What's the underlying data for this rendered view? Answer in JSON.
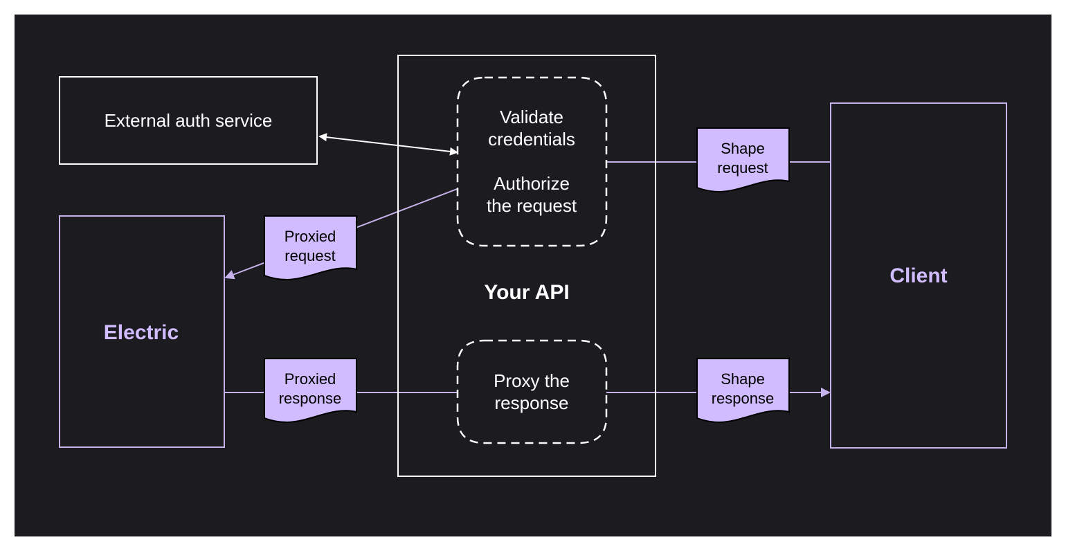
{
  "colors": {
    "background": "#1c1b20",
    "white": "#ffffff",
    "accent": "#d0bcff",
    "accent_line": "#c6b3ec",
    "note_text": "#000000"
  },
  "diagram": {
    "external_auth": {
      "label": "External auth service"
    },
    "electric": {
      "label": "Electric"
    },
    "client": {
      "label": "Client"
    },
    "api": {
      "label": "Your API"
    },
    "validate_step": {
      "line1": "Validate",
      "line2": "credentials",
      "line3": "Authorize",
      "line4": "the request"
    },
    "proxy_step": {
      "line1": "Proxy the",
      "line2": "response"
    },
    "notes": {
      "shape_request": {
        "line1": "Shape",
        "line2": "request"
      },
      "proxied_request": {
        "line1": "Proxied",
        "line2": "request"
      },
      "proxied_response": {
        "line1": "Proxied",
        "line2": "response"
      },
      "shape_response": {
        "line1": "Shape",
        "line2": "response"
      }
    }
  }
}
